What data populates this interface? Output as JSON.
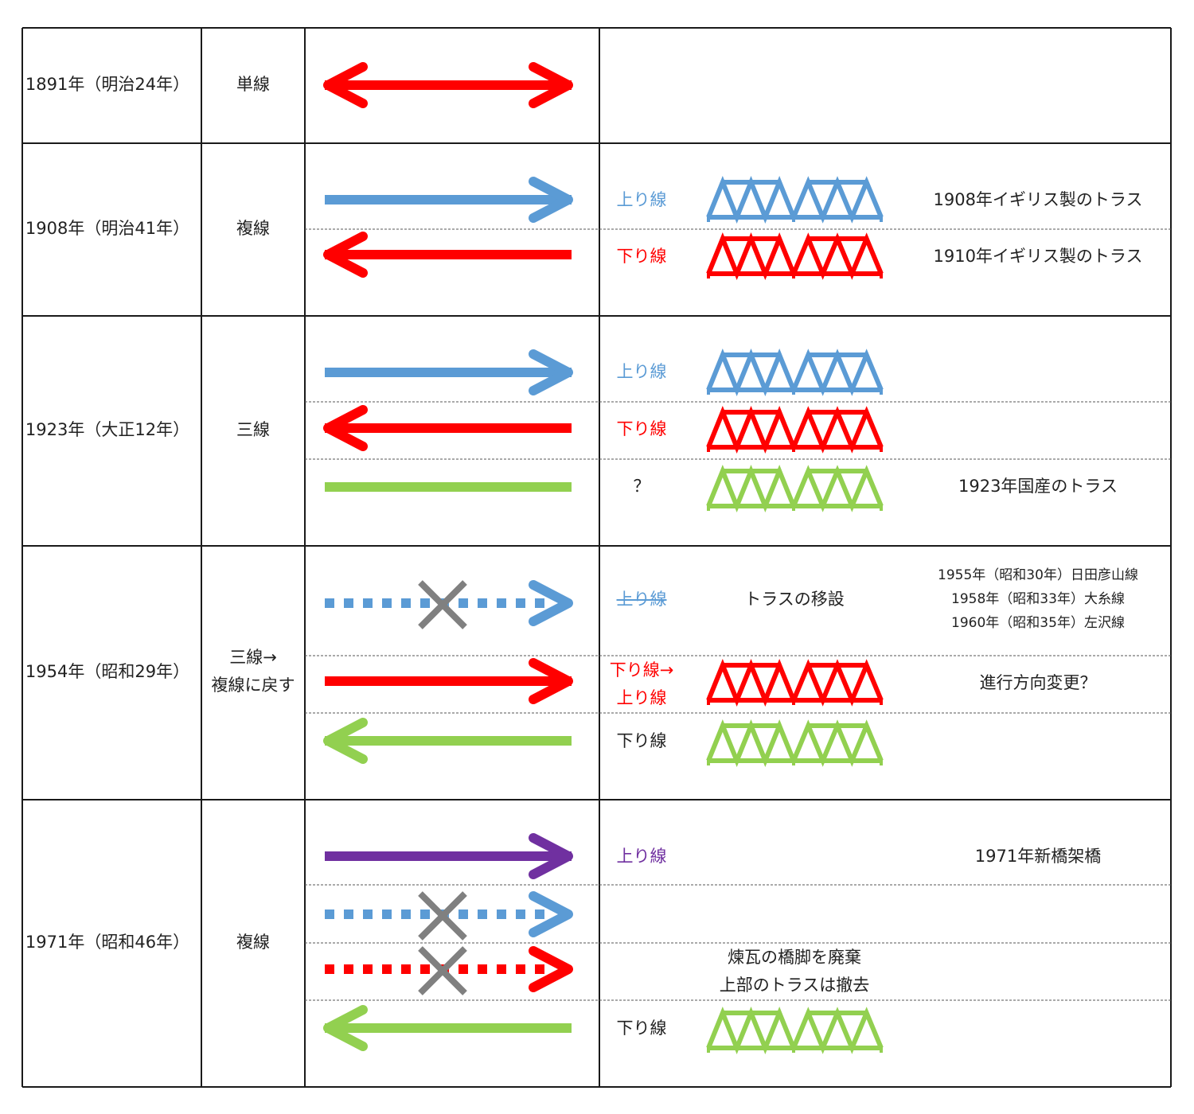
{
  "colors": {
    "border": "#1a1a1a",
    "blue": "#5b9bd5",
    "red": "#ff0000",
    "green": "#92d050",
    "purple": "#7030a0",
    "gray": "#808080",
    "text": "#222222"
  },
  "rows": [
    {
      "year": "1891年（明治24年）",
      "type": "単線",
      "arrows": [
        "double-red"
      ],
      "lines": []
    },
    {
      "year": "1908年（明治41年）",
      "type": "複線",
      "lines": [
        {
          "arrow": "right-blue",
          "label": "上り線",
          "label_color": "blue",
          "truss": "blue",
          "note": "1908年イギリス製のトラス"
        },
        {
          "arrow": "left-red",
          "label": "下り線",
          "label_color": "red",
          "truss": "red",
          "note": "1910年イギリス製のトラス"
        }
      ]
    },
    {
      "year": "1923年（大正12年）",
      "type": "三線",
      "lines": [
        {
          "arrow": "right-blue",
          "label": "上り線",
          "label_color": "blue",
          "truss": "blue",
          "note": ""
        },
        {
          "arrow": "left-red",
          "label": "下り線",
          "label_color": "red",
          "truss": "red",
          "note": ""
        },
        {
          "arrow": "plain-green",
          "label": "？",
          "label_color": "text",
          "truss": "green",
          "note": "1923年国産のトラス"
        }
      ]
    },
    {
      "year": "1954年（昭和29年）",
      "type_line1": "三線→",
      "type_line2": "複線に戻す",
      "lines": [
        {
          "arrow": "dotted-blue-x",
          "label": "上り線",
          "label_color": "blue",
          "strike": true,
          "mid": "トラスの移設",
          "notes": [
            "1955年（昭和30年）日田彦山線",
            "1958年（昭和33年）大糸線",
            "1960年（昭和35年）左沢線"
          ]
        },
        {
          "arrow": "right-red",
          "label_line1": "下り線→",
          "label_line2": "上り線",
          "label_color": "red",
          "truss": "red",
          "note": "進行方向変更？"
        },
        {
          "arrow": "left-green",
          "label": "下り線",
          "label_color": "text",
          "truss": "green",
          "note": ""
        }
      ]
    },
    {
      "year": "1971年（昭和46年）",
      "type": "複線",
      "lines": [
        {
          "arrow": "right-purple",
          "label": "上り線",
          "label_color": "purple",
          "note": "1971年新橋架橋"
        },
        {
          "arrow": "dotted-blue-x"
        },
        {
          "arrow": "dotted-red-x",
          "mid_line1": "煉瓦の橋脚を廃棄",
          "mid_line2": "上部のトラスは撤去"
        },
        {
          "arrow": "left-green",
          "label": "下り線",
          "label_color": "text",
          "truss": "green",
          "note": ""
        }
      ]
    }
  ]
}
